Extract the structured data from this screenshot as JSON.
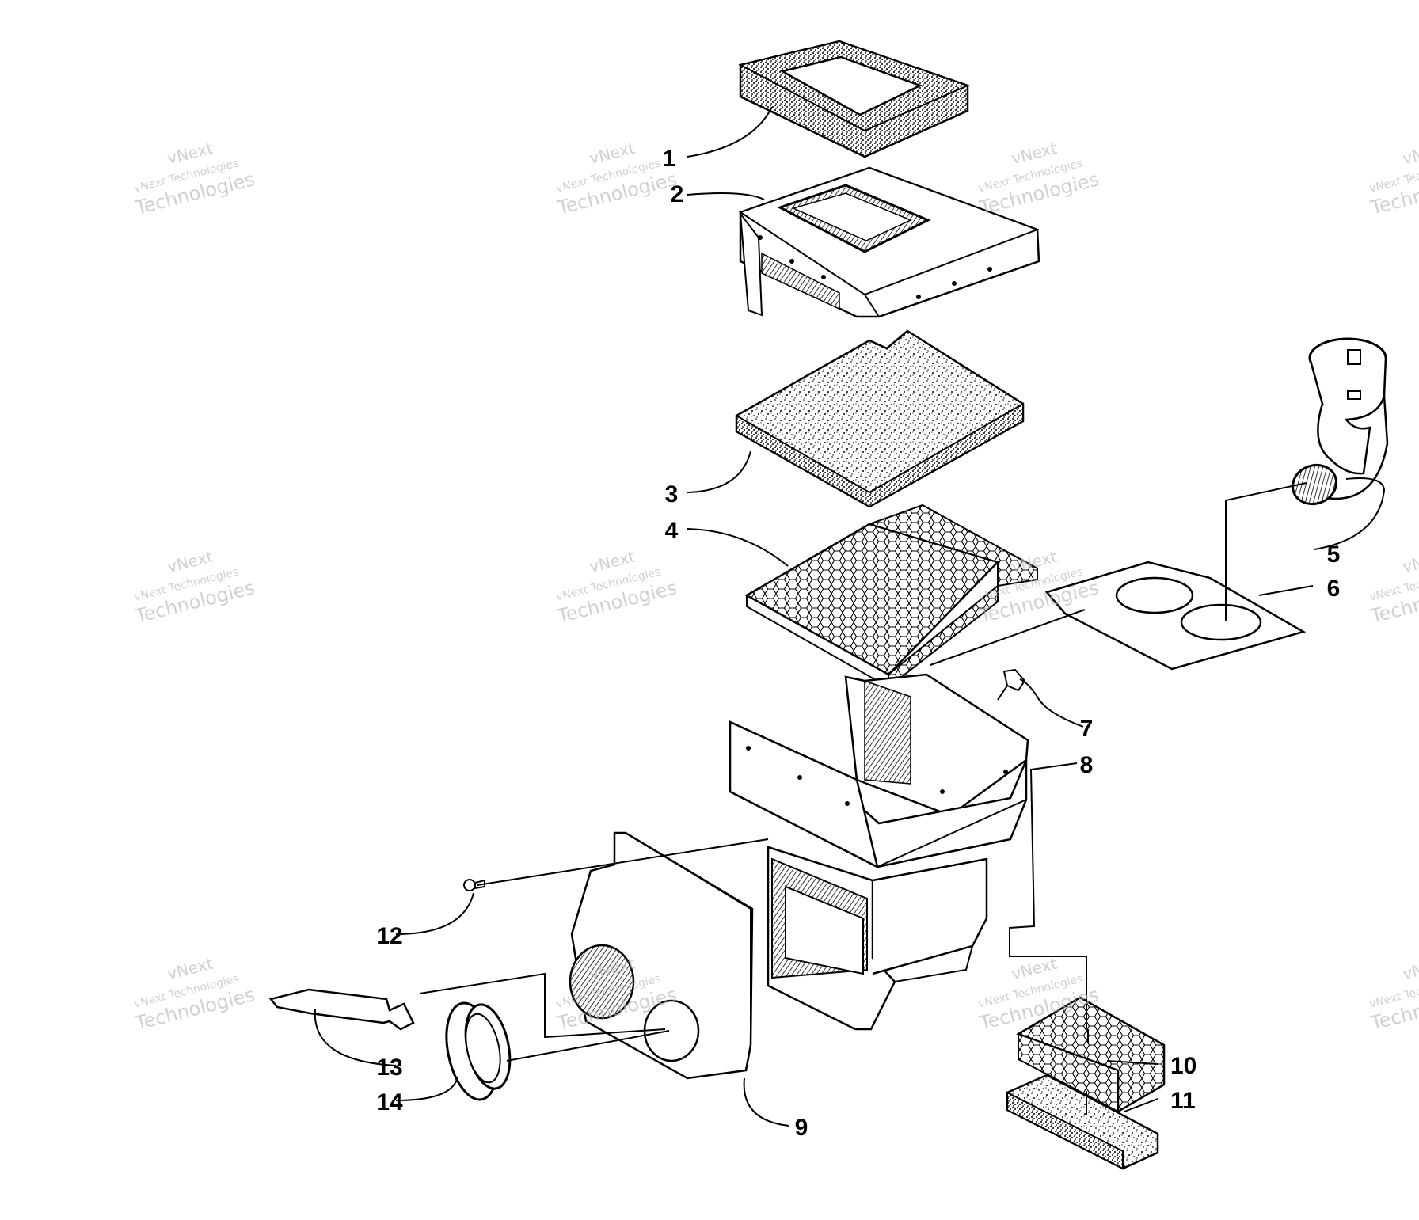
{
  "callouts": [
    "1",
    "2",
    "3",
    "4",
    "5",
    "6",
    "7",
    "8",
    "9",
    "10",
    "11",
    "12",
    "13",
    "14"
  ],
  "watermark": {
    "top": "vNext",
    "middle": "vNext Technologies",
    "bottom": "Technologies"
  }
}
